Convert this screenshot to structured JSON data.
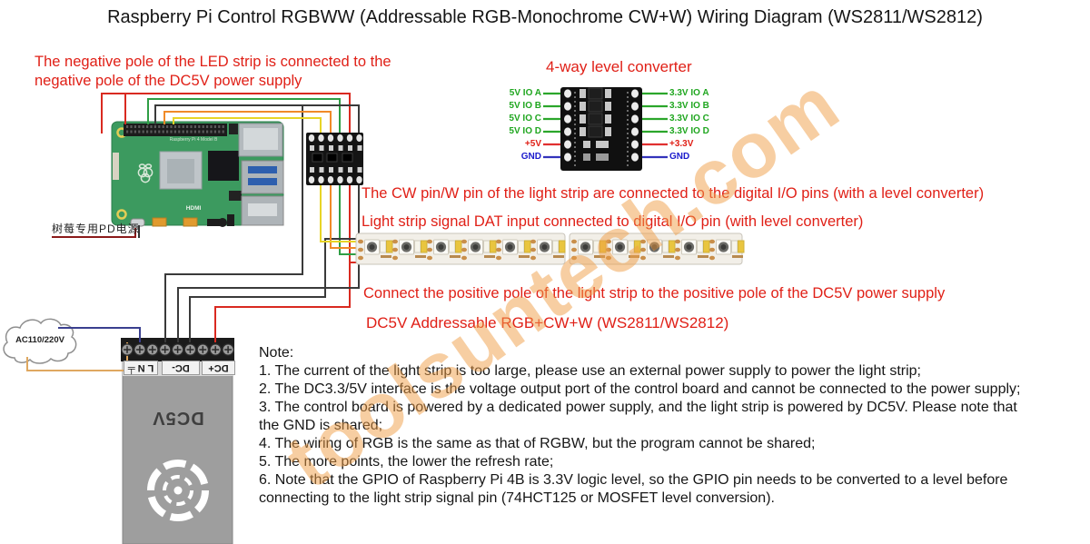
{
  "title": "Raspberry Pi Control RGBWW (Addressable RGB-Monochrome CW+W) Wiring Diagram (WS2811/WS2812)",
  "annotations": {
    "negative_pole": [
      "The negative pole of the LED strip is connected to the",
      "negative pole of the DC5V power supply"
    ],
    "cw_pin": "The CW pin/W pin of the light strip are connected to the digital I/O pins (with a level converter)",
    "dat_input": "Light strip signal DAT input connected to digital I/O pin (with level converter)",
    "positive_pole": "Connect the positive pole of the light strip to the positive pole of the DC5V power supply",
    "strip_type": "DC5V Addressable RGB+CW+W  (WS2811/WS2812)"
  },
  "level_converter": {
    "title": "4-way level converter",
    "left_pins": [
      "5V IO A",
      "5V IO B",
      "5V IO C",
      "5V IO D",
      "+5V",
      "GND"
    ],
    "right_pins": [
      "3.3V IO A",
      "3.3V IO B",
      "3.3V IO C",
      "3.3V IO D",
      "+3.3V",
      "GND"
    ]
  },
  "raspberry_pi": {
    "silkscreen": "Raspberry Pi 4 Model B",
    "hdmi_print": "HDMI"
  },
  "power": {
    "pd_label": "树莓专用PD电源",
    "ac_label": "AC110/220V",
    "psu_label": "DC5V",
    "terminals": [
      "L N ╧",
      "DC-",
      "DC+"
    ]
  },
  "note": {
    "heading": "Note:",
    "items": [
      "1. The current of the light strip is too large, please use an external power supply to power the light strip;",
      "2. The DC3.3/5V interface is the voltage output port of the control board and cannot be connected to the power supply;",
      "3. The control board is powered by a dedicated power supply, and the light strip is powered by DC5V. Please note that the GND is shared;",
      "4. The wiring of RGB is the same as that of RGBW, but the program cannot be shared;",
      "5. The more points, the lower the refresh rate;",
      "6. Note that the GPIO of Raspberry Pi 4B is 3.3V logic level, so the GPIO pin needs to be converted to a level before connecting to the light strip signal pin (74HCT125 or MOSFET level conversion)."
    ]
  },
  "watermark": "toolsuntech.com",
  "colors": {
    "annotation_red": "#e02017",
    "io_label_green": "#1fa61f",
    "power_label_red": "#e02017",
    "gnd_label_blue": "#1a1acc",
    "wire_red": "#d92a20",
    "wire_green": "#2f9e45",
    "wire_black": "#3a3a3a",
    "wire_orange": "#f08a28",
    "wire_yellow": "#e8d426",
    "wire_ac_blue": "#3a3f8f",
    "wire_ac_tan": "#dfa860",
    "psu_gray": "#9e9e9e",
    "pi_green": "#3c9a5f",
    "watermark_orange": "#f09e46"
  }
}
